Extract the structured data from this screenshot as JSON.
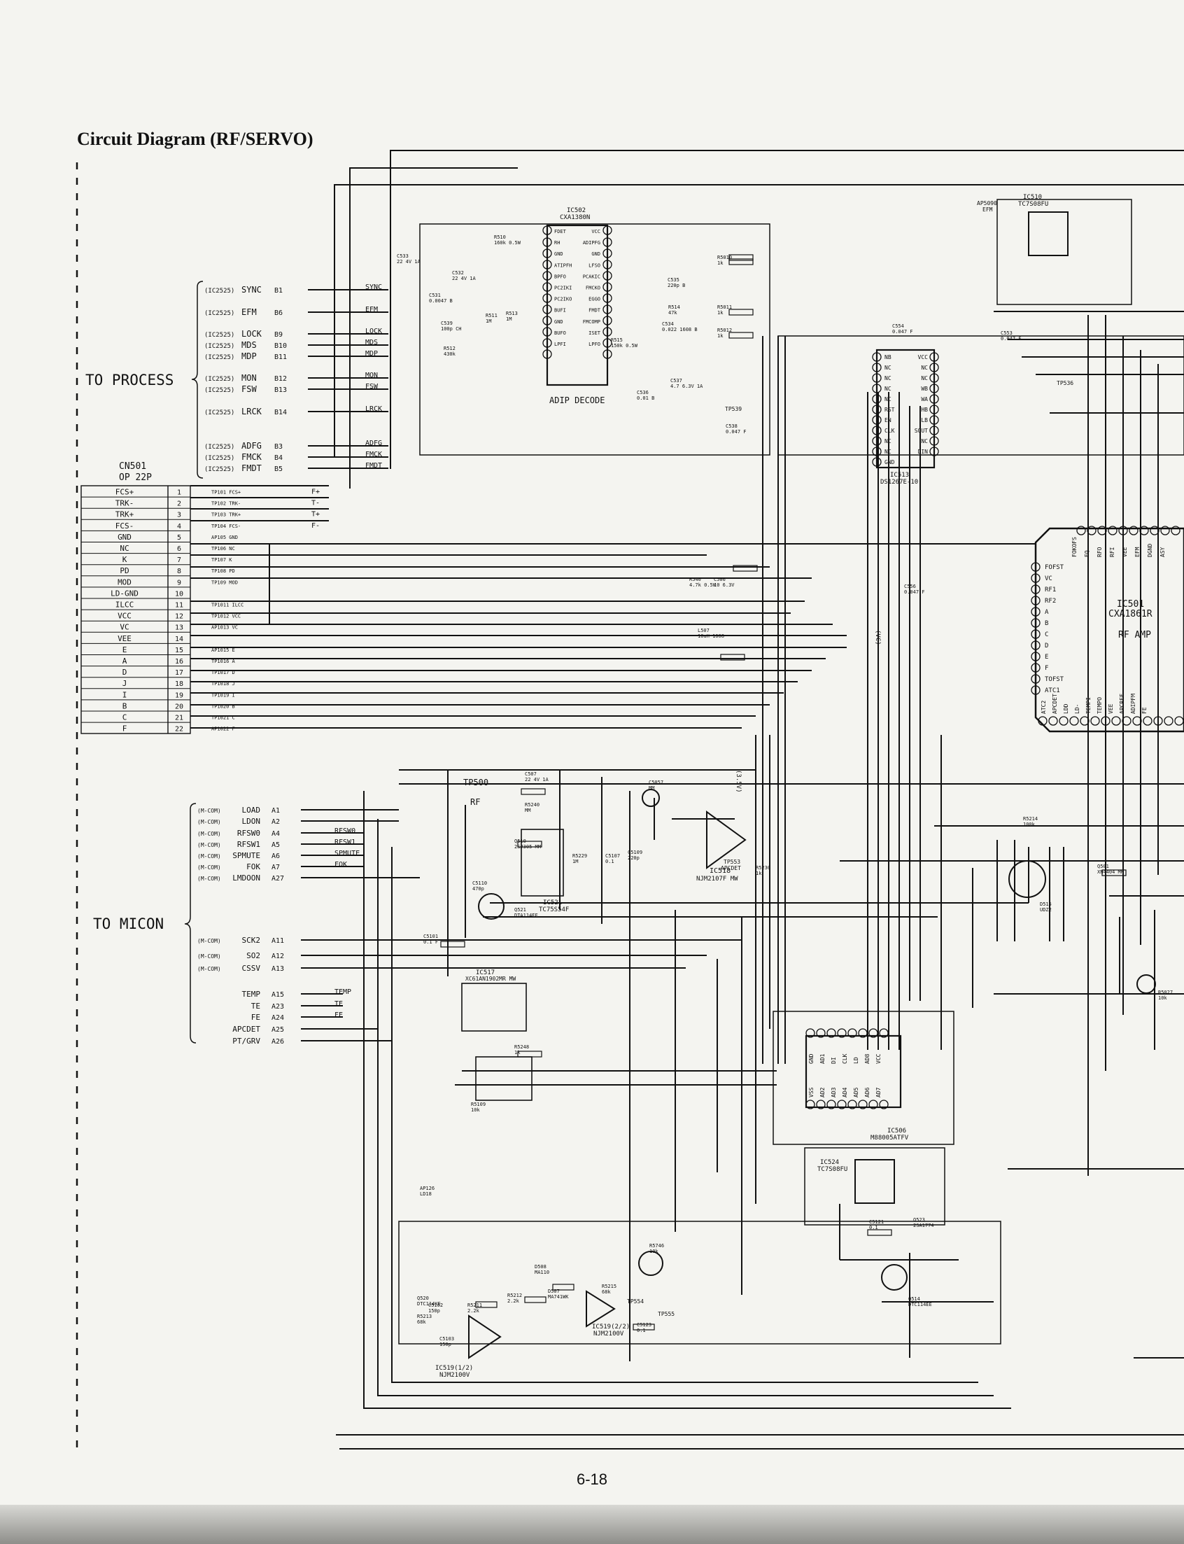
{
  "title": "Circuit Diagram (RF/SERVO)",
  "page_number": "6-18",
  "groups": {
    "process": "TO PROCESS",
    "micon": "TO MICON"
  },
  "connector": {
    "ref": "CN501",
    "type": "OP 22P"
  },
  "cn501_pins": [
    {
      "label": "FCS+",
      "n": "1",
      "tp": "TP101 FCS+",
      "out": "F+"
    },
    {
      "label": "TRK-",
      "n": "2",
      "tp": "TP102 TRK-",
      "out": "T-"
    },
    {
      "label": "TRK+",
      "n": "3",
      "tp": "TP103 TRK+",
      "out": "T+"
    },
    {
      "label": "FCS-",
      "n": "4",
      "tp": "TP104 FCS-",
      "out": "F-"
    },
    {
      "label": "GND",
      "n": "5",
      "tp": "AP105 GND",
      "out": ""
    },
    {
      "label": "NC",
      "n": "6",
      "tp": "TP106 NC",
      "out": ""
    },
    {
      "label": "K",
      "n": "7",
      "tp": "TP107 K",
      "out": ""
    },
    {
      "label": "PD",
      "n": "8",
      "tp": "TP108 PD",
      "out": ""
    },
    {
      "label": "MOD",
      "n": "9",
      "tp": "TP109 MOD",
      "out": ""
    },
    {
      "label": "LD-GND",
      "n": "10",
      "tp": "",
      "out": ""
    },
    {
      "label": "ILCC",
      "n": "11",
      "tp": "TP1011 ILCC",
      "out": ""
    },
    {
      "label": "VCC",
      "n": "12",
      "tp": "TP1012 VCC",
      "out": ""
    },
    {
      "label": "VC",
      "n": "13",
      "tp": "AP1013 VC",
      "out": ""
    },
    {
      "label": "VEE",
      "n": "14",
      "tp": "",
      "out": ""
    },
    {
      "label": "E",
      "n": "15",
      "tp": "AP1015 E",
      "out": ""
    },
    {
      "label": "A",
      "n": "16",
      "tp": "TP1016 A",
      "out": ""
    },
    {
      "label": "D",
      "n": "17",
      "tp": "TP1017 D",
      "out": ""
    },
    {
      "label": "J",
      "n": "18",
      "tp": "TP1018 J",
      "out": ""
    },
    {
      "label": "I",
      "n": "19",
      "tp": "TP1019 I",
      "out": ""
    },
    {
      "label": "B",
      "n": "20",
      "tp": "TP1020 B",
      "out": ""
    },
    {
      "label": "C",
      "n": "21",
      "tp": "TP1021 C",
      "out": ""
    },
    {
      "label": "F",
      "n": "22",
      "tp": "AP1022 F",
      "out": ""
    }
  ],
  "process_signals": [
    {
      "src": "(IC2525)",
      "name": "SYNC",
      "pin": "B1",
      "net": "SYNC"
    },
    {
      "src": "(IC2525)",
      "name": "EFM",
      "pin": "B6",
      "net": "EFM"
    },
    {
      "src": "(IC2525)",
      "name": "LOCK",
      "pin": "B9",
      "net": "LOCK"
    },
    {
      "src": "(IC2525)",
      "name": "MDS",
      "pin": "B10",
      "net": "MDS"
    },
    {
      "src": "(IC2525)",
      "name": "MDP",
      "pin": "B11",
      "net": "MDP"
    },
    {
      "src": "(IC2525)",
      "name": "MON",
      "pin": "B12",
      "net": "MON"
    },
    {
      "src": "(IC2525)",
      "name": "FSW",
      "pin": "B13",
      "net": "FSW"
    },
    {
      "src": "(IC2525)",
      "name": "LRCK",
      "pin": "B14",
      "net": "LRCK"
    },
    {
      "src": "(IC2525)",
      "name": "ADFG",
      "pin": "B3",
      "net": "ADFG"
    },
    {
      "src": "(IC2525)",
      "name": "FMCK",
      "pin": "B4",
      "net": "FMCK"
    },
    {
      "src": "(IC2525)",
      "name": "FMDT",
      "pin": "B5",
      "net": "FMDT"
    }
  ],
  "micon_signals": [
    {
      "src": "(M-COM)",
      "name": "LOAD",
      "pin": "A1",
      "net": ""
    },
    {
      "src": "(M-COM)",
      "name": "LDON",
      "pin": "A2",
      "net": ""
    },
    {
      "src": "(M-COM)",
      "name": "RFSW0",
      "pin": "A4",
      "net": "RFSW0"
    },
    {
      "src": "(M-COM)",
      "name": "RFSW1",
      "pin": "A5",
      "net": "RFSW1"
    },
    {
      "src": "(M-COM)",
      "name": "SPMUTE",
      "pin": "A6",
      "net": "SPMUTE"
    },
    {
      "src": "(M-COM)",
      "name": "FOK",
      "pin": "A7",
      "net": "FOK"
    },
    {
      "src": "(M-COM)",
      "name": "LMDOON",
      "pin": "A27",
      "net": ""
    },
    {
      "src": "(M-COM)",
      "name": "SCK2",
      "pin": "A11",
      "net": ""
    },
    {
      "src": "(M-COM)",
      "name": "SO2",
      "pin": "A12",
      "net": ""
    },
    {
      "src": "(M-COM)",
      "name": "CSSV",
      "pin": "A13",
      "net": ""
    },
    {
      "src": "",
      "name": "TEMP",
      "pin": "A15",
      "net": "TEMP"
    },
    {
      "src": "",
      "name": "TE",
      "pin": "A23",
      "net": "TE"
    },
    {
      "src": "",
      "name": "FE",
      "pin": "A24",
      "net": "FE"
    },
    {
      "src": "",
      "name": "APCDET",
      "pin": "A25",
      "net": ""
    },
    {
      "src": "",
      "name": "PT/GRV",
      "pin": "A26",
      "net": ""
    }
  ],
  "ics": {
    "ic502": {
      "ref": "IC502",
      "part": "CXA1380N",
      "func": "ADIP DECODE",
      "left_pins": [
        "FDET",
        "RH",
        "GND",
        "ATIPFH",
        "BPFO",
        "PC2IKI",
        "PC2IKO",
        "BUFI",
        "GND",
        "BUFO",
        "LPFI"
      ],
      "right_pins": [
        "VCC",
        "ADIPFG",
        "GND",
        "LFSO",
        "PCAKIC",
        "FMCKO",
        "EGGO",
        "FMDT",
        "FMCOMP",
        "ISET",
        "LPFO"
      ]
    },
    "ic513": {
      "ref": "IC513",
      "part": "DS1267E-10",
      "left_pins": [
        "NB",
        "NC",
        "NC",
        "NC",
        "NC",
        "RST",
        "EN",
        "CLK",
        "NC",
        "NC",
        "GND"
      ],
      "right_pins": [
        "VCC",
        "NC",
        "NC",
        "WB",
        "WA",
        "HB",
        "LB",
        "SOUT",
        "NC",
        "DIN"
      ]
    },
    "ic501": {
      "ref": "IC501",
      "part": "CXA1861R",
      "func": "RF AMP",
      "left_pins": [
        "FOFST",
        "VC",
        "RF1",
        "RF2",
        "A",
        "B",
        "C",
        "D",
        "E",
        "F",
        "TOFST",
        "ATC1"
      ],
      "top_pins": [
        "FOKOFS",
        "EQ",
        "RFO",
        "RFI",
        "VEE",
        "EFM",
        "DGND",
        "ASY"
      ],
      "bottom_pins": [
        "ATC2",
        "APCDET",
        "LDD",
        "LD-",
        "TEMPI",
        "TEMPO",
        "VEE",
        "APCREF",
        "ADIPFM",
        "FE"
      ]
    },
    "ic506": {
      "ref": "IC506",
      "part": "M88005ATFV",
      "top_pins": [
        "GND",
        "AD1",
        "DI",
        "CLK",
        "LD",
        "AD8",
        "VCC"
      ],
      "bottom_pins": [
        "VSS",
        "AD2",
        "AD3",
        "AD4",
        "AD5",
        "AD6",
        "AD7"
      ]
    },
    "ic510": {
      "ref": "IC510",
      "part": "TC7S08FU"
    },
    "ic524": {
      "ref": "IC524",
      "part": "TC7S08FU"
    },
    "ic518": {
      "ref": "IC518",
      "part": "NJM2107F MW"
    },
    "ic517": {
      "ref": "IC517",
      "part": "XC61AN1902MR MW"
    },
    "ic521": {
      "ref": "IC521",
      "part": "TC75S54F"
    },
    "ic519a": {
      "ref": "IC519(1/2)",
      "part": "NJM2100V"
    },
    "ic519b": {
      "ref": "IC519(2/2)",
      "part": "NJM2100V"
    }
  },
  "test_points": [
    {
      "ref": "TP500",
      "desc": "RF"
    },
    {
      "ref": "TP536",
      "desc": ""
    },
    {
      "ref": "TP539",
      "desc": ""
    },
    {
      "ref": "TP553",
      "desc": "APCDET"
    },
    {
      "ref": "TP554",
      "desc": ""
    },
    {
      "ref": "TP555",
      "desc": ""
    },
    {
      "ref": "AP5090",
      "desc": "EFM"
    }
  ],
  "components": [
    {
      "ref": "R5010",
      "val": "1k",
      "net": "ADFG"
    },
    {
      "ref": "R5011",
      "val": "1k",
      "net": "FMCK"
    },
    {
      "ref": "R5012",
      "val": "1k",
      "net": "FMDT"
    },
    {
      "ref": "R510",
      "val": "160k 0.5W"
    },
    {
      "ref": "R511",
      "val": "1M"
    },
    {
      "ref": "R512",
      "val": "430k"
    },
    {
      "ref": "R513",
      "val": "1M"
    },
    {
      "ref": "R514",
      "val": "47k"
    },
    {
      "ref": "R515",
      "val": "150k 0.5W"
    },
    {
      "ref": "C531",
      "val": "0.0047 B"
    },
    {
      "ref": "C532",
      "val": "22 4V 1A"
    },
    {
      "ref": "C533",
      "val": "22 4V 1A"
    },
    {
      "ref": "C534",
      "val": "0.022 1608 B"
    },
    {
      "ref": "C535",
      "val": "220p B"
    },
    {
      "ref": "C536",
      "val": "0.01 B"
    },
    {
      "ref": "C537",
      "val": "4.7 6.3V 1A"
    },
    {
      "ref": "C538",
      "val": "0.047 F"
    },
    {
      "ref": "C539",
      "val": "100p CH"
    },
    {
      "ref": "C553",
      "val": "0.047 F"
    },
    {
      "ref": "C554",
      "val": "0.047 F"
    },
    {
      "ref": "C556",
      "val": "0.047 F"
    },
    {
      "ref": "L507",
      "val": "10uH 1608"
    },
    {
      "ref": "R540",
      "val": "4.7k 0.5W"
    },
    {
      "ref": "C506",
      "val": "10 6.3V"
    },
    {
      "ref": "C507",
      "val": "22 4V 1A"
    },
    {
      "ref": "R5240",
      "val": "MM"
    },
    {
      "ref": "C5057",
      "val": "MM"
    },
    {
      "ref": "Q510",
      "val": "2SJ305 MM"
    },
    {
      "ref": "R5229",
      "val": "1M"
    },
    {
      "ref": "C5107",
      "val": "0.1"
    },
    {
      "ref": "C5109",
      "val": "220p"
    },
    {
      "ref": "C5110",
      "val": "470p"
    },
    {
      "ref": "Q521",
      "val": "DTA114EE"
    },
    {
      "ref": "R5230",
      "val": "1k"
    },
    {
      "ref": "C5101",
      "val": "0.1 F"
    },
    {
      "ref": "R5248",
      "val": "1k"
    },
    {
      "ref": "R5109",
      "val": "10k"
    },
    {
      "ref": "D515",
      "val": "UDZ2"
    },
    {
      "ref": "Q501",
      "val": "XN4404 MM"
    },
    {
      "ref": "R5027",
      "val": "10k"
    },
    {
      "ref": "Q523",
      "val": "2SA1774"
    },
    {
      "ref": "C5121",
      "val": "0.1"
    },
    {
      "ref": "R5746",
      "val": "10k"
    },
    {
      "ref": "Q514",
      "val": "DTC114EE"
    },
    {
      "ref": "Q520",
      "val": "DTC114YE"
    },
    {
      "ref": "C5102",
      "val": "150p"
    },
    {
      "ref": "R5211",
      "val": "2.2k"
    },
    {
      "ref": "R5213",
      "val": "68k"
    },
    {
      "ref": "C5103",
      "val": "150p"
    },
    {
      "ref": "R5212",
      "val": "2.2k"
    },
    {
      "ref": "D507",
      "val": "MA741WK"
    },
    {
      "ref": "R5215",
      "val": "68k"
    },
    {
      "ref": "C5123",
      "val": "0.1"
    },
    {
      "ref": "D508",
      "val": "MA110"
    },
    {
      "ref": "R5214",
      "val": "100k"
    },
    {
      "ref": "AP126",
      "val": "LD18"
    }
  ],
  "net_labels": {
    "vc": "(VC)",
    "v35": "(3.5V)"
  }
}
